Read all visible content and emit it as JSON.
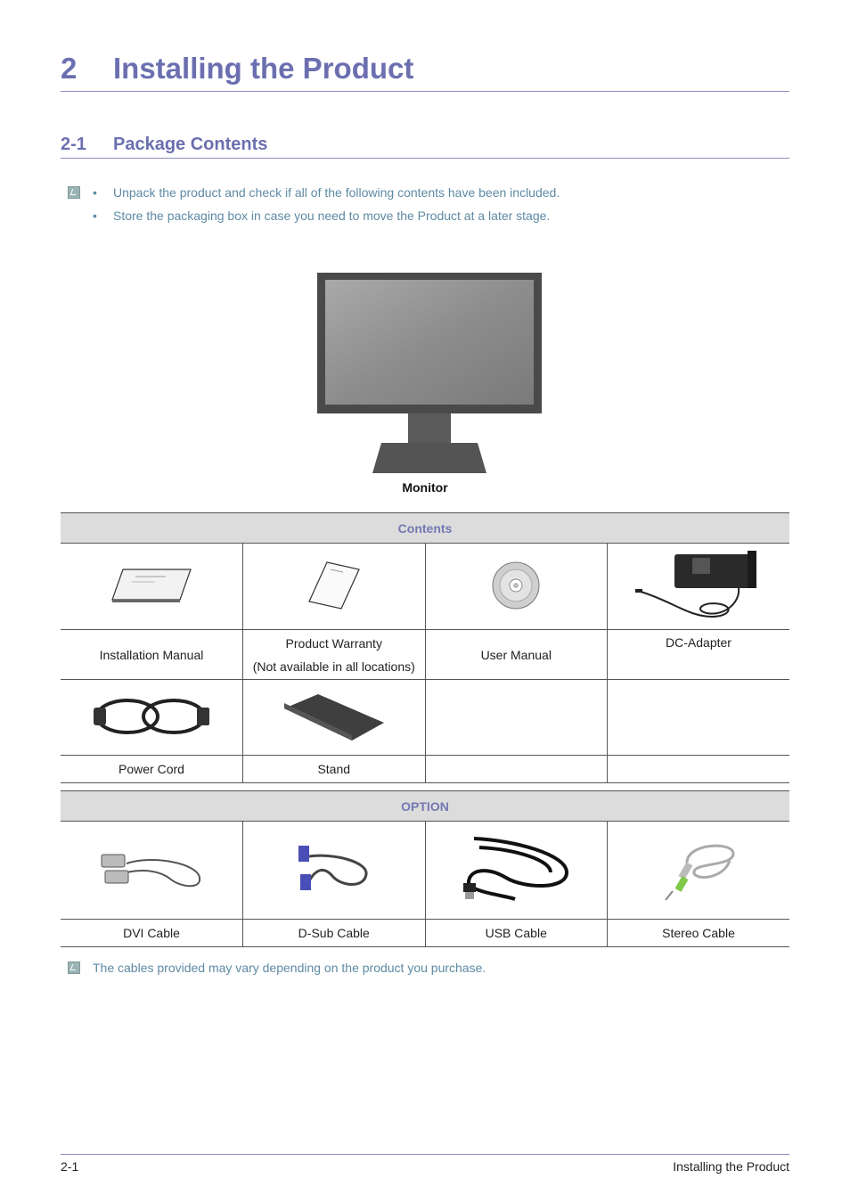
{
  "chapter": {
    "number": "2",
    "title": "Installing the Product"
  },
  "section": {
    "number": "2-1",
    "title": "Package Contents"
  },
  "notes": {
    "bullets": [
      "Unpack the product and check if all of the following contents have been included.",
      "Store the packaging box in case you need to move the Product at a later stage."
    ],
    "bullet_char": "•"
  },
  "monitor": {
    "caption": "Monitor"
  },
  "contents_table": {
    "header": "Contents",
    "row1": {
      "items": [
        {
          "label": "Installation Manual",
          "icon": "installation-manual-icon"
        },
        {
          "label": "Product Warranty",
          "sublabel": "(Not available in all locations)",
          "icon": "warranty-card-icon"
        },
        {
          "label": "User Manual",
          "icon": "cd-icon"
        },
        {
          "label": "DC-Adapter",
          "icon": "dc-adapter-icon"
        }
      ]
    },
    "row2": {
      "items": [
        {
          "label": "Power Cord",
          "icon": "power-cord-icon"
        },
        {
          "label": "Stand",
          "icon": "stand-icon"
        }
      ]
    }
  },
  "option_table": {
    "header": "OPTION",
    "items": [
      {
        "label": "DVI Cable",
        "icon": "dvi-cable-icon"
      },
      {
        "label": "D-Sub Cable",
        "icon": "dsub-cable-icon"
      },
      {
        "label": "USB Cable",
        "icon": "usb-cable-icon"
      },
      {
        "label": "Stereo Cable",
        "icon": "stereo-cable-icon"
      }
    ]
  },
  "bottom_note": "The cables provided may vary depending on the product you purchase.",
  "footer": {
    "page": "2-1",
    "title": "Installing the Product"
  },
  "colors": {
    "heading": "#6b6fb0",
    "note_text": "#5e8aa3",
    "table_header_bg": "#dcdcdc"
  }
}
